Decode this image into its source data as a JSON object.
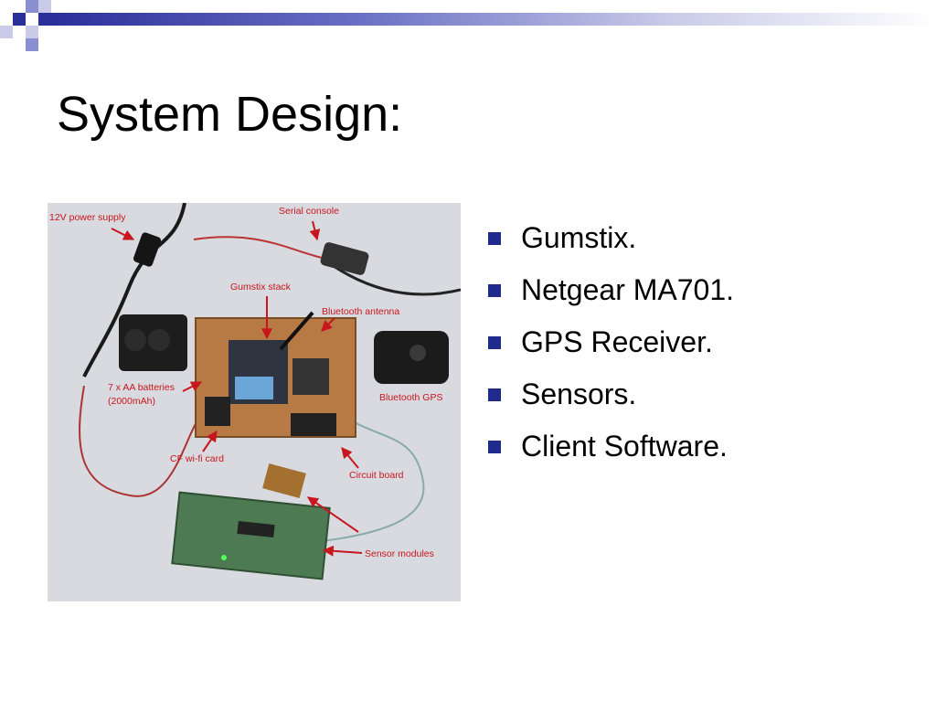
{
  "slide": {
    "title": "System Design:",
    "bullets": [
      {
        "text": "Gumstix."
      },
      {
        "text": "Netgear MA701."
      },
      {
        "text": "GPS Receiver."
      },
      {
        "text": "Sensors."
      },
      {
        "text": "Client Software."
      }
    ]
  },
  "photo": {
    "labels": {
      "power_supply": "12V power supply",
      "serial_console": "Serial console",
      "gumstix_stack": "Gumstix stack",
      "bluetooth_antenna": "Bluetooth antenna",
      "batteries_line1": "7 x AA batteries",
      "batteries_line2": "(2000mAh)",
      "bluetooth_gps": "Bluetooth GPS",
      "cf_wifi": "CF wi-fi card",
      "circuit_board": "Circuit board",
      "sensor_modules": "Sensor modules"
    }
  },
  "colors": {
    "accent": "#2b2f9a",
    "bullet": "#1f2a8c",
    "annotation": "#c8161e"
  }
}
